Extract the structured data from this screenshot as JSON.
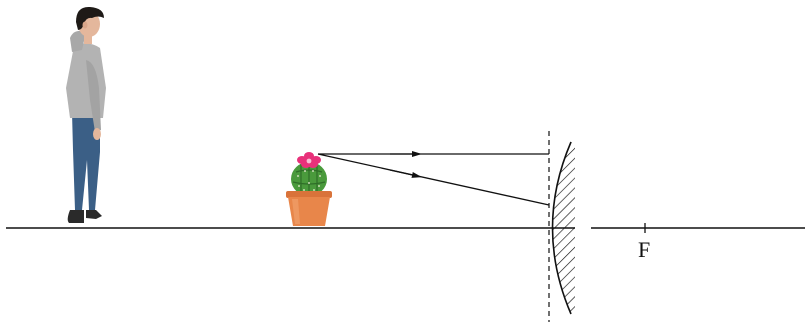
{
  "labels": {
    "focal_point": "F"
  },
  "icons": {
    "observer": "person-figure",
    "object": "potted-cactus",
    "mirror": "convex-mirror"
  },
  "colors": {
    "line": "#111111",
    "cactus_flower": "#e8317a",
    "cactus_body": "#4a9a3c",
    "pot": "#e8864a",
    "hoodie": "#b3b3b3",
    "jeans": "#3b5f86",
    "hair": "#1e1a17"
  }
}
